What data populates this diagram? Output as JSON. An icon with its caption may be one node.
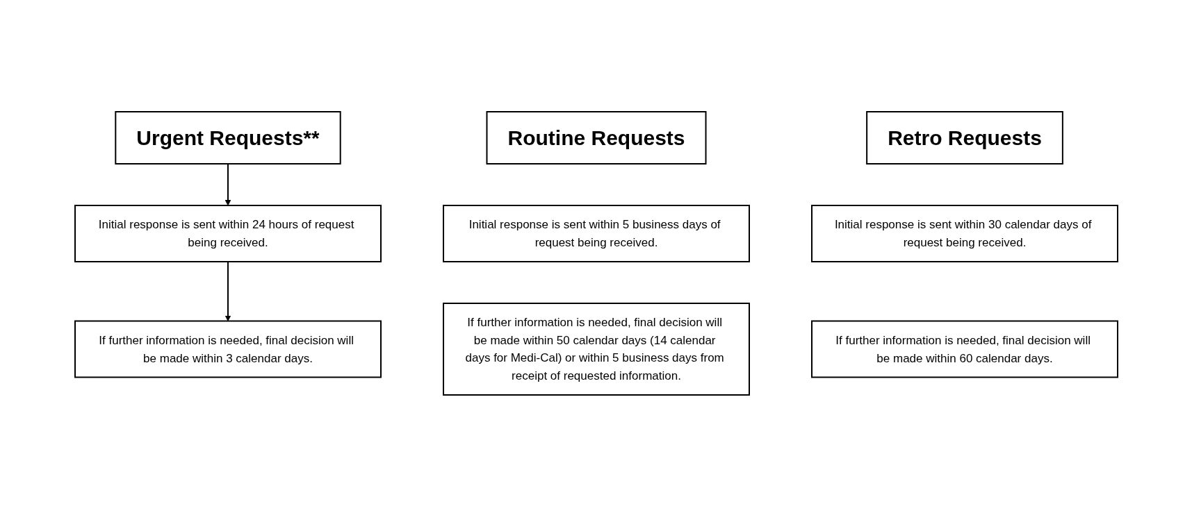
{
  "diagram": {
    "nodes": [
      {
        "text": [
          "Urgent Requests**"
        ]
      },
      {
        "text": [
          "Routine Requests"
        ]
      },
      {
        "text": [
          "Retro Requests"
        ]
      },
      {
        "text": [
          "Initial response is sent within 24 hours of request being received."
        ]
      },
      {
        "text": [
          "Initial response is sent within 5 business days of request being received."
        ]
      },
      {
        "text": [
          "Initial response is sent within 30 calendar days of request being received."
        ]
      },
      {
        "text": [
          "If further information is needed, final decision will be made within 3 calendar days."
        ]
      },
      {
        "text": [
          "If further information is needed, final decision will be made within 50 calendar days (14 calendar days for Medi-Cal) or within 5 business days from receipt of requested information."
        ]
      },
      {
        "text": [
          "If further information is needed, final decision will be made within 60 calendar days."
        ]
      }
    ],
    "edges": [
      {
        "from": 0,
        "to": 3,
        "arrow": "to"
      },
      {
        "from": 3,
        "to": 6,
        "arrow": "to"
      }
    ]
  }
}
